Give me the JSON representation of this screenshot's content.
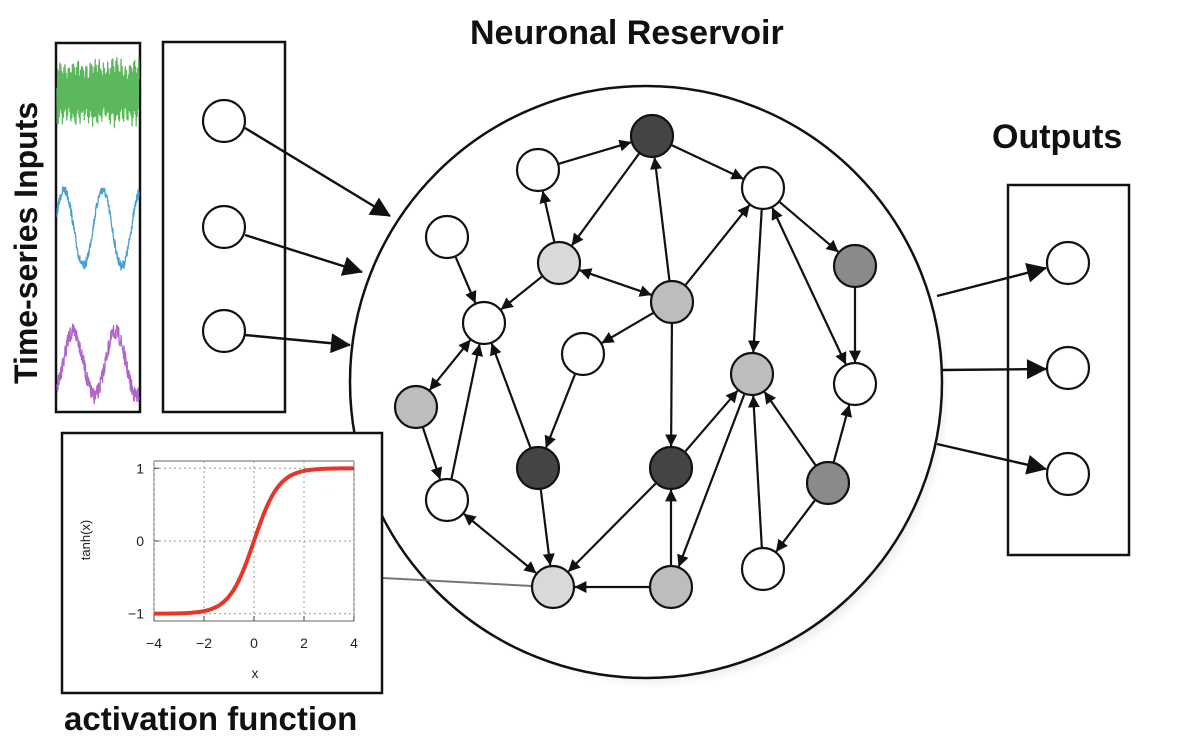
{
  "labels": {
    "reservoir_title": "Neuronal Reservoir",
    "outputs_title": "Outputs",
    "inputs_title": "Time-series Inputs",
    "activation_title": "activation function"
  },
  "colors": {
    "signal_green": "#5cb85c",
    "signal_blue": "#4a9fd4",
    "signal_purple": "#b066c6",
    "curve_red": "#e8352a",
    "node_white": "#ffffff",
    "node_light": "#d9d9d9",
    "node_mid": "#bdbdbd",
    "node_gray": "#8a8a8a",
    "node_dark": "#444444"
  },
  "activation_plot": {
    "xlabel": "x",
    "ylabel": "tanh(x)",
    "xlim": [
      -4,
      4
    ],
    "ylim": [
      -1,
      1
    ],
    "x_ticks": [
      "−4",
      "−2",
      "0",
      "2",
      "4"
    ],
    "y_ticks": [
      "1",
      "0",
      "−1"
    ],
    "grid": true
  }
}
